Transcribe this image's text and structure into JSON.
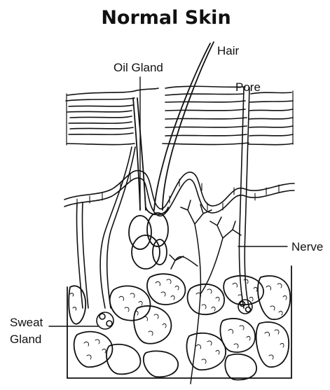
{
  "title": "Normal Skin",
  "labels": {
    "hair": "Hair",
    "oil_gland": "Oil Gland",
    "pore": "Pore",
    "nerve": "Nerve",
    "sweat_gland_line1": "Sweat",
    "sweat_gland_line2": "Gland"
  },
  "colors": {
    "ink": "#111111",
    "background": "#ffffff"
  }
}
